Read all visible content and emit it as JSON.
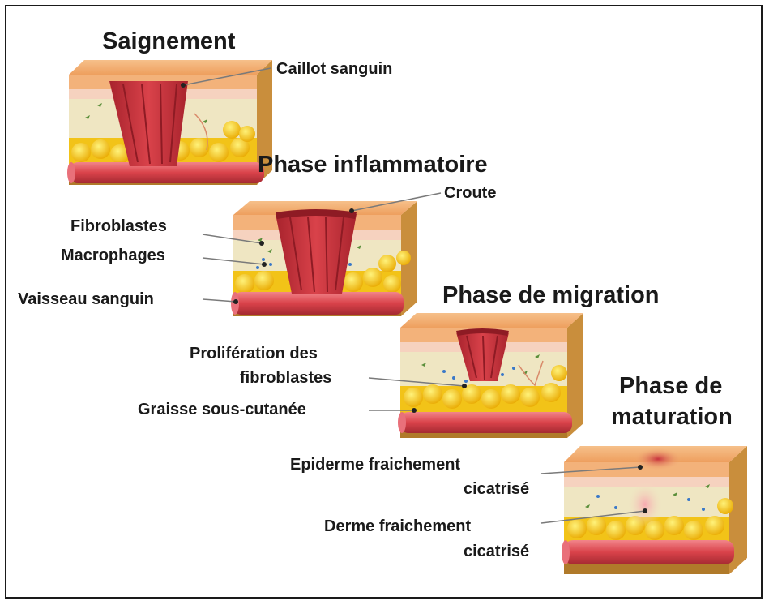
{
  "stages": [
    {
      "title": "Saignement",
      "callouts": [
        "Caillot sanguin"
      ]
    },
    {
      "title": "Phase inflammatoire",
      "callouts": [
        "Croute",
        "Fibroblastes",
        "Macrophages",
        "Vaisseau sanguin"
      ]
    },
    {
      "title": "Phase de migration",
      "callouts": [
        "Prolifération des",
        "fibroblastes",
        "Graisse sous-cutanée"
      ]
    },
    {
      "title_lines": [
        "Phase de",
        "maturation"
      ],
      "callouts": [
        "Epiderme fraichement",
        "cicatrisé",
        "Derme fraichement",
        "cicatrisé"
      ]
    }
  ],
  "colors": {
    "epidermis": "#f3b27a",
    "dermis": "#efe6c2",
    "fat": "#f2c318",
    "vessel": "#d9424a",
    "clot": "#c8323d",
    "frame": "#1a1a1a"
  }
}
